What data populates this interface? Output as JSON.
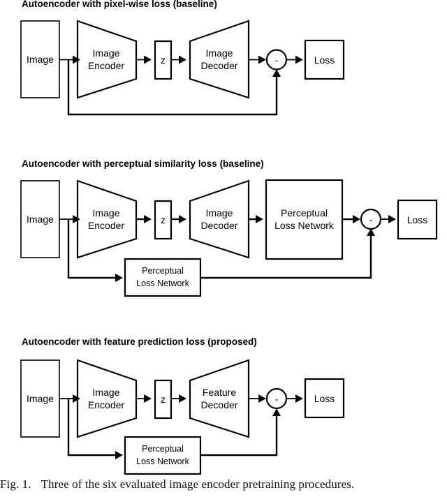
{
  "figure": {
    "caption_label": "Fig. 1.",
    "caption_text": "Three of the six evaluated image encoder pretraining procedures.",
    "stroke_color": "#000000",
    "fill_color": "#ffffff",
    "background": "#ffffff"
  },
  "diagrams": [
    {
      "id": "pixel-wise-loss",
      "title": "Autoencoder with pixel-wise loss (baseline)",
      "nodes": {
        "input": "Image",
        "encoder_line1": "Image",
        "encoder_line2": "Encoder",
        "latent": "z",
        "decoder_line1": "Image",
        "decoder_line2": "Decoder",
        "operator": "-",
        "output": "Loss"
      },
      "edges": [
        "Image to Image Encoder",
        "Image Encoder to z",
        "z to Image Decoder",
        "Image Decoder to minus operator",
        "minus operator to Loss",
        "Image skip connection to minus operator"
      ]
    },
    {
      "id": "perceptual-similarity-loss",
      "title": "Autoencoder with perceptual similarity loss (baseline)",
      "nodes": {
        "input": "Image",
        "encoder_line1": "Image",
        "encoder_line2": "Encoder",
        "latent": "z",
        "decoder_line1": "Image",
        "decoder_line2": "Decoder",
        "perceptual_top_line1": "Perceptual",
        "perceptual_top_line2": "Loss Network",
        "perceptual_bottom_line1": "Perceptual",
        "perceptual_bottom_line2": "Loss Network",
        "operator": "-",
        "output": "Loss"
      },
      "edges": [
        "Image to Image Encoder",
        "Image Encoder to z",
        "z to Image Decoder",
        "Image Decoder to Perceptual Loss Network",
        "Perceptual Loss Network to minus operator",
        "minus operator to Loss",
        "Image to lower Perceptual Loss Network",
        "lower Perceptual Loss Network to minus operator"
      ]
    },
    {
      "id": "feature-prediction-loss",
      "title": "Autoencoder with feature prediction loss (proposed)",
      "nodes": {
        "input": "Image",
        "encoder_line1": "Image",
        "encoder_line2": "Encoder",
        "latent": "z",
        "decoder_line1": "Feature",
        "decoder_line2": "Decoder",
        "perceptual_line1": "Perceptual",
        "perceptual_line2": "Loss Network",
        "operator": "-",
        "output": "Loss"
      },
      "edges": [
        "Image to Image Encoder",
        "Image Encoder to z",
        "z to Feature Decoder",
        "Feature Decoder to minus operator",
        "minus operator to Loss",
        "Image to Perceptual Loss Network",
        "Perceptual Loss Network to minus operator"
      ]
    }
  ]
}
